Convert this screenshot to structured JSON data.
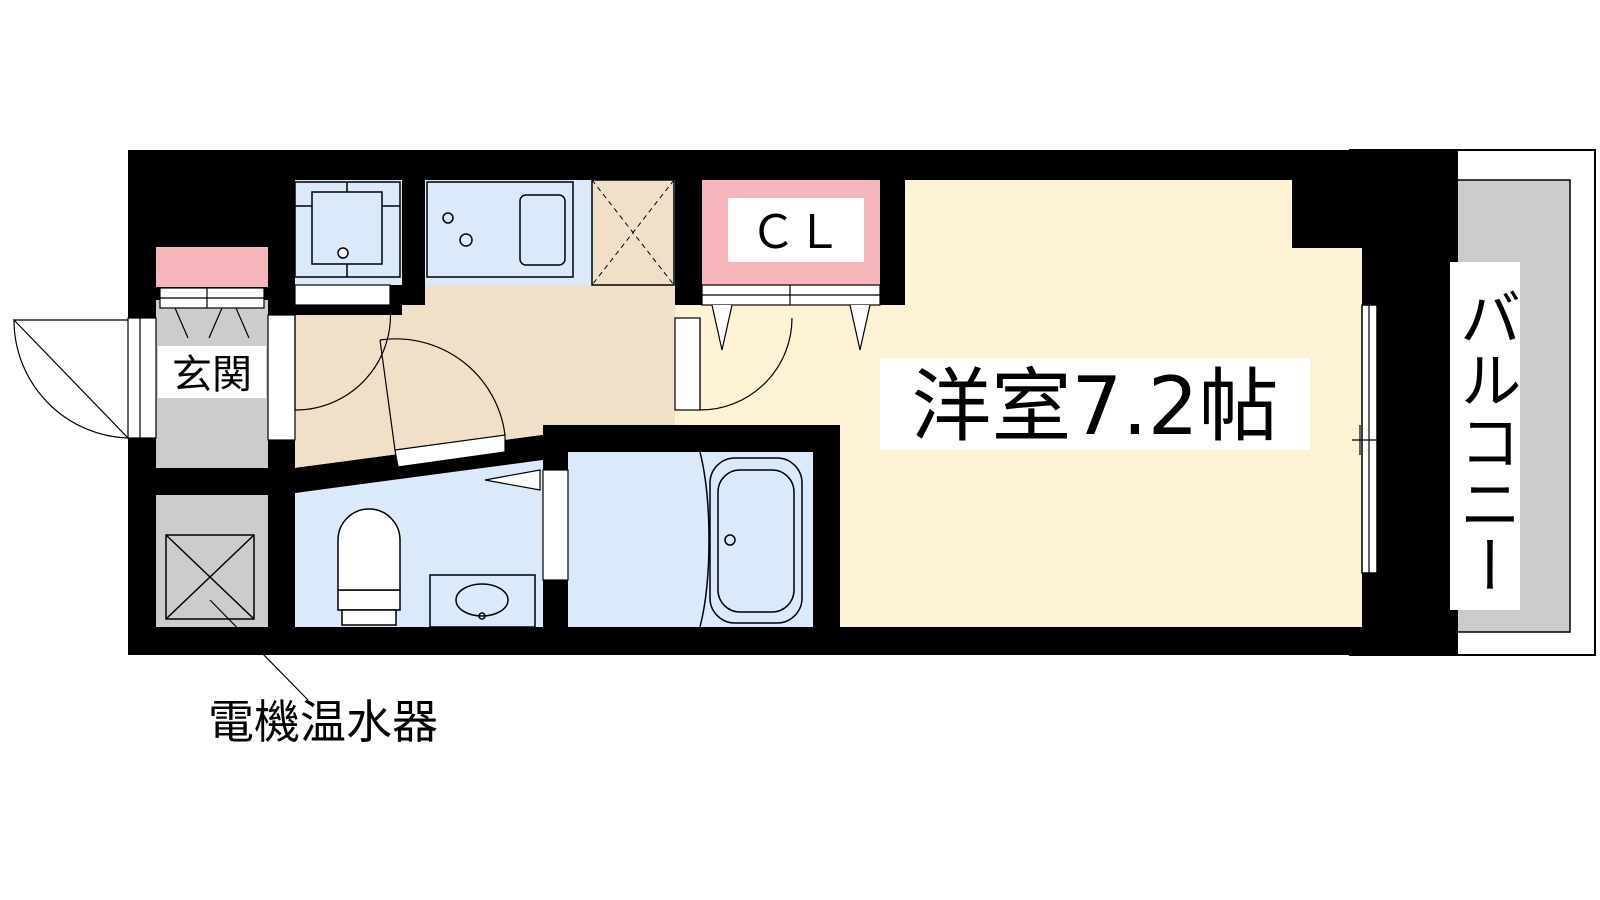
{
  "labels": {
    "entrance": "玄関",
    "closet": "ＣＬ",
    "western_room": "洋室7.2帖",
    "balcony": "バルコニー",
    "water_heater": "電機温水器"
  },
  "colors": {
    "wall": "#000000",
    "western_room_floor": "#fdf2d4",
    "kitchen_floor": "#f0e0c8",
    "wet_area": "#daeafb",
    "balcony": "#cccccc",
    "entrance_floor": "#cccccc",
    "closet_accent": "#f7b6bb",
    "background": "#ffffff"
  }
}
